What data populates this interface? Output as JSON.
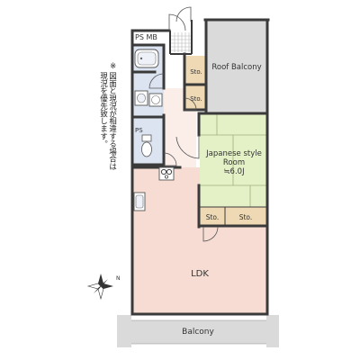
{
  "colors": {
    "wall": "#3a3a3a",
    "ldk_floor": "#f6dcd2",
    "balcony_floor": "#dadada",
    "tatami": "#e4f0c6",
    "wet_area": "#dce4f2",
    "storage": "#efd9b4"
  },
  "labels": {
    "ps_mb": "PS  MB",
    "roof_balcony": "Roof Balcony",
    "sto_upper_1": "Sto.",
    "sto_upper_2": "Sto.",
    "ps_toilet": "PS",
    "japanese_room_line1": "Japanese style",
    "japanese_room_line2": "Room",
    "japanese_room_size": "≒6.0J",
    "sto_lower_left": "Sto.",
    "sto_lower_right": "Sto.",
    "ldk": "LDK",
    "balcony": "Balcony",
    "compass_n": "N"
  },
  "note": {
    "mark": "※",
    "line1": "図面と現況が相違する場合は",
    "line2": "現況を優先致します。"
  },
  "icons": [
    "compass-rose-icon",
    "bathtub-icon",
    "washbasin-icon",
    "toilet-icon",
    "washing-machine-pan-icon",
    "stove-icon",
    "kitchen-sink-icon"
  ]
}
